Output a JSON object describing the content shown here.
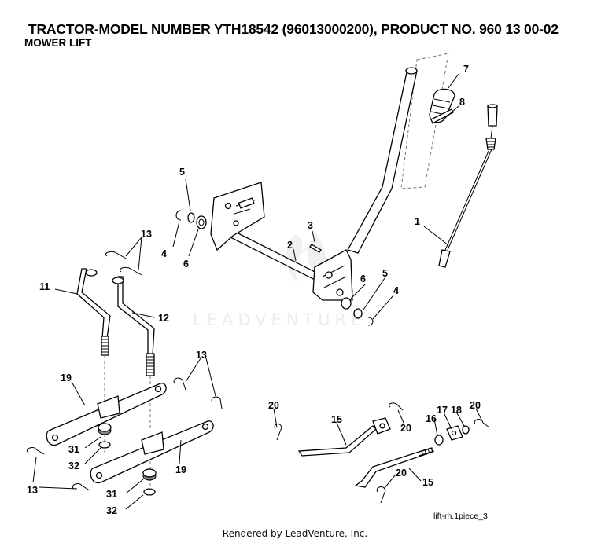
{
  "header": {
    "title": "TRACTOR-MODEL NUMBER YTH18542 (96013000200), PRODUCT NO. 960 13 00-02",
    "subtitle": "MOWER LIFT"
  },
  "watermark": "LEADVENTURE",
  "image_ref": "lift-rh.1piece_3",
  "footer": "Rendered by LeadVenture, Inc.",
  "callouts": {
    "c1": "1",
    "c2": "2",
    "c3": "3",
    "c4a": "4",
    "c4b": "4",
    "c5a": "5",
    "c5b": "5",
    "c6a": "6",
    "c6b": "6",
    "c7": "7",
    "c8": "8",
    "c11": "11",
    "c12": "12",
    "c13a": "13",
    "c13b": "13",
    "c13c": "13",
    "c15a": "15",
    "c15b": "15",
    "c16": "16",
    "c17": "17",
    "c18": "18",
    "c19a": "19",
    "c19b": "19",
    "c20a": "20",
    "c20b": "20",
    "c20c": "20",
    "c20d": "20",
    "c31a": "31",
    "c31b": "31",
    "c32a": "32",
    "c32b": "32"
  }
}
